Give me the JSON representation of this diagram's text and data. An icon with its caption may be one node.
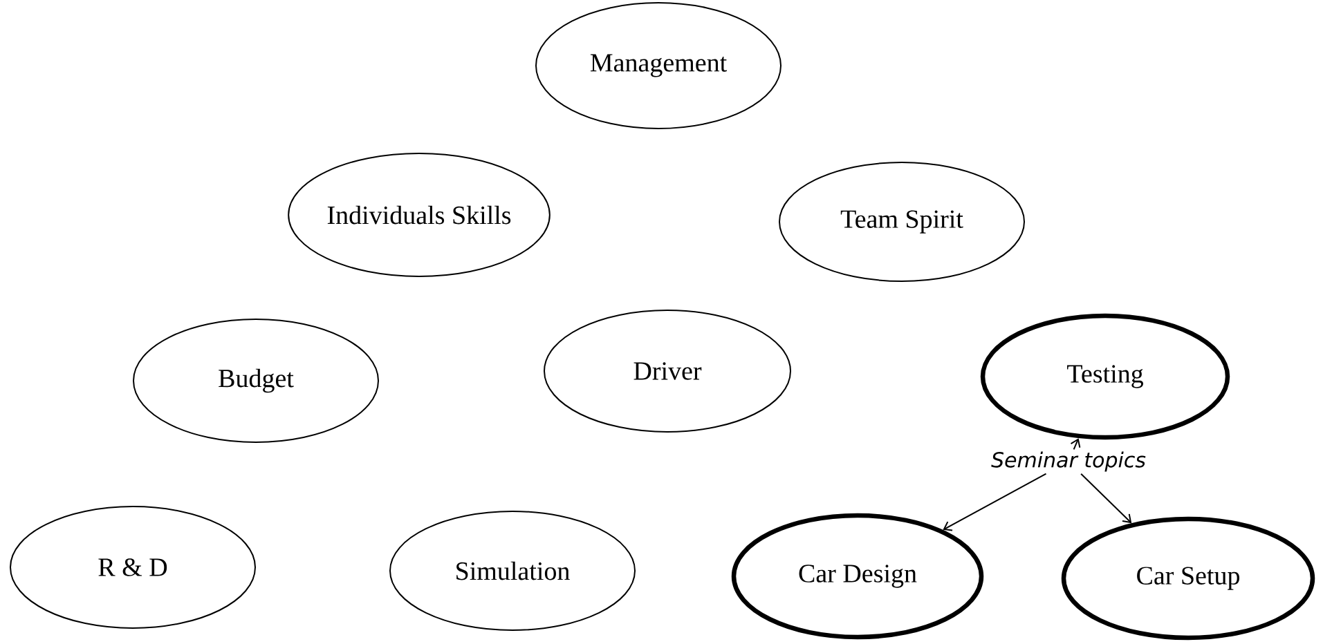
{
  "diagram": {
    "nodes": [
      {
        "text": [
          "Management"
        ]
      },
      {
        "text": [
          "Individuals Skills"
        ]
      },
      {
        "text": [
          "Team Spirit"
        ]
      },
      {
        "text": [
          "Budget"
        ]
      },
      {
        "text": [
          "Driver"
        ]
      },
      {
        "text": [
          "Testing"
        ]
      },
      {
        "text": [
          "R & D"
        ]
      },
      {
        "text": [
          "Simulation"
        ]
      },
      {
        "text": [
          "Car Design"
        ]
      },
      {
        "text": [
          "Car Setup"
        ]
      },
      {
        "text": [
          "Seminar topics"
        ]
      }
    ],
    "edges": [
      {
        "from": 10,
        "to": 5,
        "arrow": "to"
      },
      {
        "from": 10,
        "to": 8,
        "arrow": "to"
      },
      {
        "from": 10,
        "to": 9,
        "arrow": "to"
      }
    ]
  }
}
